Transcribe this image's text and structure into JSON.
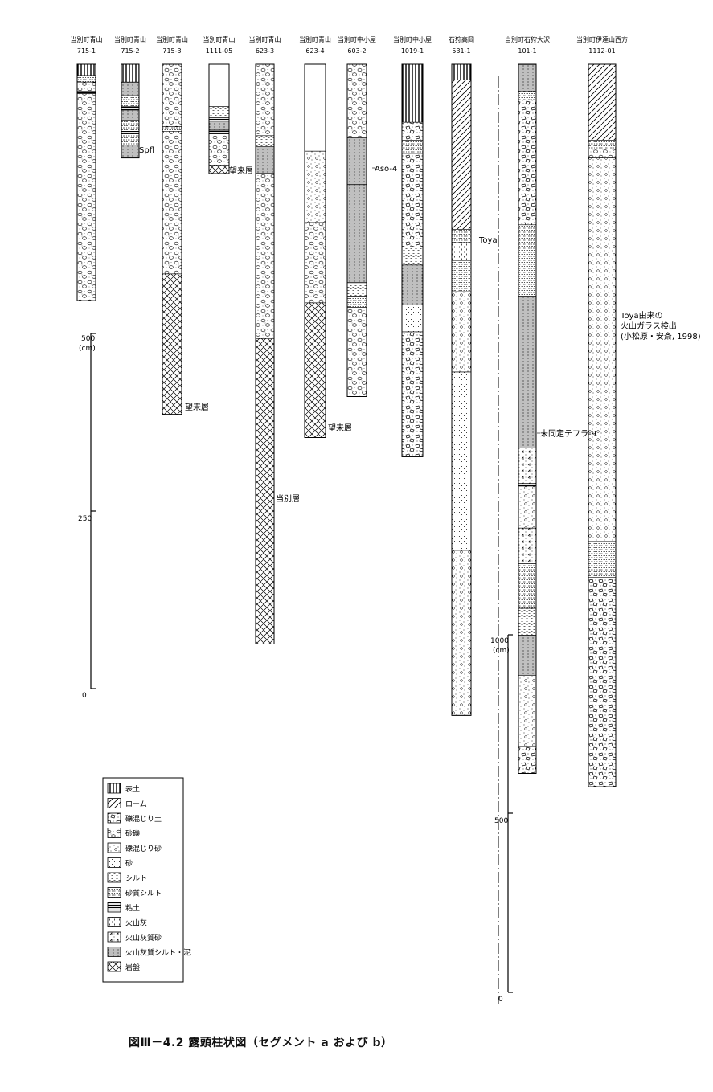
{
  "figure": {
    "caption": "図Ⅲ－4.2  露頭柱状図（セグメント a および b）"
  },
  "legend": [
    {
      "key": "topsoil",
      "label": "表土"
    },
    {
      "key": "loam",
      "label": "ローム"
    },
    {
      "key": "gravel_soil",
      "label": "礫混じり土"
    },
    {
      "key": "sandy_gravel",
      "label": "砂礫"
    },
    {
      "key": "gravelly_sand",
      "label": "礫混じり砂"
    },
    {
      "key": "sand",
      "label": "砂"
    },
    {
      "key": "silt",
      "label": "シルト"
    },
    {
      "key": "sandy_silt",
      "label": "砂質シルト"
    },
    {
      "key": "clay",
      "label": "粘土"
    },
    {
      "key": "ash",
      "label": "火山灰"
    },
    {
      "key": "ash_sand",
      "label": "火山灰質砂"
    },
    {
      "key": "ash_silt",
      "label": "火山灰質シルト・泥"
    },
    {
      "key": "bedrock",
      "label": "岩盤"
    }
  ],
  "scales": [
    {
      "ticks": [
        {
          "value": "500",
          "unit": "(cm)"
        },
        {
          "value": "250",
          "unit": ""
        },
        {
          "value": "0",
          "unit": ""
        }
      ]
    },
    {
      "ticks": [
        {
          "value": "1000",
          "unit": "(cm)"
        },
        {
          "value": "500",
          "unit": ""
        },
        {
          "value": "0",
          "unit": ""
        }
      ]
    }
  ],
  "columns": [
    {
      "name": "当別町青山",
      "id": "715-1",
      "depth_cm": 530,
      "layers": [
        [
          "topsoil",
          25
        ],
        [
          "sandy_silt",
          15
        ],
        [
          "sandy_gravel",
          20
        ],
        [
          "clay",
          6
        ],
        [
          "sandy_gravel",
          464
        ]
      ]
    },
    {
      "name": "当別町青山",
      "id": "715-2",
      "depth_cm": 210,
      "layers": [
        [
          "topsoil",
          40
        ],
        [
          "ash_silt",
          30
        ],
        [
          "sandy_silt",
          25
        ],
        [
          "clay",
          8
        ],
        [
          "ash_silt",
          22
        ],
        [
          "sandy_silt",
          25
        ],
        [
          "clay",
          6
        ],
        [
          "sandy_silt",
          25
        ],
        [
          "ash_silt",
          29
        ]
      ]
    },
    {
      "name": "当別町青山",
      "id": "715-3",
      "depth_cm": 785,
      "layers": [
        [
          "sandy_gravel",
          140
        ],
        [
          "sandy_silt",
          10
        ],
        [
          "sandy_gravel",
          320
        ],
        [
          "bedrock",
          315
        ]
      ]
    },
    {
      "name": "当別町青山",
      "id": "1111-05",
      "depth_cm": 245,
      "layers": [
        [
          "blank",
          95
        ],
        [
          "silt",
          25
        ],
        [
          "clay",
          8
        ],
        [
          "ash_silt",
          20
        ],
        [
          "clay",
          8
        ],
        [
          "sandy_gravel",
          70
        ],
        [
          "bedrock",
          19
        ]
      ]
    },
    {
      "name": "当別町青山",
      "id": "623-3",
      "depth_cm": 1300,
      "layers": [
        [
          "sandy_gravel",
          160
        ],
        [
          "silt",
          25
        ],
        [
          "ash_silt",
          60
        ],
        [
          "sandy_gravel",
          370
        ],
        [
          "bedrock",
          685
        ]
      ]
    },
    {
      "name": "当別町青山",
      "id": "623-4",
      "depth_cm": 837,
      "layers": [
        [
          "blank",
          195
        ],
        [
          "gravelly_sand",
          160
        ],
        [
          "sandy_gravel",
          180
        ],
        [
          "bedrock",
          302
        ]
      ]
    },
    {
      "name": "当別町中小屋",
      "id": "603-2",
      "depth_cm": 745,
      "layers": [
        [
          "sandy_gravel",
          165
        ],
        [
          "ash_silt",
          105
        ],
        [
          "ash_silt",
          220
        ],
        [
          "silt",
          30
        ],
        [
          "sandy_silt",
          25
        ],
        [
          "sandy_gravel",
          200
        ]
      ]
    },
    {
      "name": "当別町中小屋",
      "id": "1019-1",
      "depth_cm": 880,
      "layers": [
        [
          "topsoil",
          130
        ],
        [
          "gravel_soil",
          40
        ],
        [
          "sandy_silt",
          30
        ],
        [
          "gravel_soil",
          210
        ],
        [
          "silt",
          40
        ],
        [
          "ash_silt",
          90
        ],
        [
          "sand",
          60
        ],
        [
          "gravel_soil",
          280
        ]
      ]
    },
    {
      "name": "石狩高岡",
      "id": "531-1",
      "depth_cm": 1460,
      "layers": [
        [
          "topsoil",
          35
        ],
        [
          "loam",
          335
        ],
        [
          "sandy_silt",
          30
        ],
        [
          "ash",
          40
        ],
        [
          "sandy_silt",
          70
        ],
        [
          "gravelly_sand",
          180
        ],
        [
          "sand",
          400
        ],
        [
          "gravelly_sand",
          370
        ]
      ]
    },
    {
      "name": "当別町石狩大沢",
      "id": "101-1",
      "depth_cm": 1590,
      "layers": [
        [
          "ash_silt",
          60
        ],
        [
          "sandy_silt",
          20
        ],
        [
          "gravel_soil",
          280
        ],
        [
          "sandy_silt",
          160
        ],
        [
          "ash_silt",
          340
        ],
        [
          "ash_sand",
          80
        ],
        [
          "clay",
          6
        ],
        [
          "gravelly_sand",
          94
        ],
        [
          "ash_sand",
          80
        ],
        [
          "sandy_silt",
          100
        ],
        [
          "silt",
          60
        ],
        [
          "ash_silt",
          90
        ],
        [
          "gravelly_sand",
          160
        ],
        [
          "gravel_soil",
          60
        ]
      ]
    },
    {
      "name": "当別町伊達山西方",
      "id": "1112-01",
      "depth_cm": 1620,
      "layers": [
        [
          "loam",
          170
        ],
        [
          "sandy_silt",
          20
        ],
        [
          "sandy_gravel",
          20
        ],
        [
          "gravelly_sand",
          860
        ],
        [
          "sandy_silt",
          80
        ],
        [
          "gravel_soil",
          470
        ]
      ]
    }
  ],
  "annotations": [
    {
      "text": "Spfl"
    },
    {
      "text": "望来層"
    },
    {
      "text": "望来層"
    },
    {
      "text": "当別層"
    },
    {
      "text": "望来層"
    },
    {
      "text": "Aso-4"
    },
    {
      "text": "Toya"
    },
    {
      "text": "未同定テフラ-9"
    },
    {
      "lines": [
        "Toya由来の",
        "火山ガラス検出",
        "(小松原・安斎, 1998)"
      ]
    }
  ]
}
